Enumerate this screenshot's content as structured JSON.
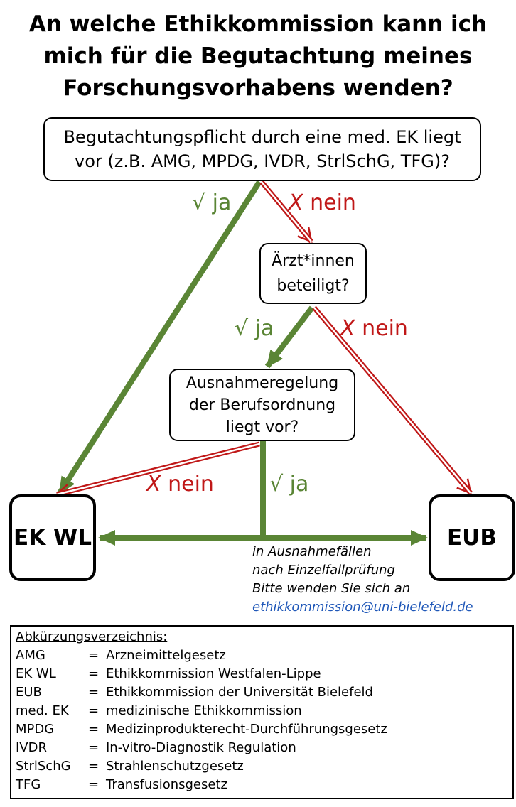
{
  "title": {
    "line1": "An welche Ethikkommission kann ich",
    "line2": "mich für die Begutachtung meines",
    "line3": "Forschungsvorhabens wenden?"
  },
  "flow": {
    "q1": {
      "line1": "Begutachtungspflicht durch eine med. EK liegt",
      "line2": "vor (z.B. AMG, MPDG, IVDR, StrlSchG, TFG)?"
    },
    "q2": {
      "line1": "Ärzt*innen",
      "line2": "beteiligt?"
    },
    "q3": {
      "line1": "Ausnahmeregelung",
      "line2": "der Berufsordnung",
      "line3": "liegt vor?"
    },
    "end_left": "EK WL",
    "end_right": "EUB",
    "yes_mark": "√",
    "yes_word": "ja",
    "no_mark": "X",
    "no_word": "nein"
  },
  "note": {
    "line1": "in Ausnahmefällen",
    "line2": "nach Einzelfallprüfung",
    "line3": "Bitte wenden Sie sich an",
    "email": "ethikkommission@uni-bielefeld.de"
  },
  "legend": {
    "heading": "Abkürzungsverzeichnis:",
    "items": [
      {
        "abbr": "AMG",
        "eq": "=",
        "def": "Arzneimittelgesetz"
      },
      {
        "abbr": "EK WL",
        "eq": "=",
        "def": "Ethikkommission Westfalen-Lippe"
      },
      {
        "abbr": "EUB",
        "eq": "=",
        "def": "Ethikkommission der Universität Bielefeld"
      },
      {
        "abbr": "med. EK",
        "eq": "=",
        "def": "medizinische Ethikkommission"
      },
      {
        "abbr": "MPDG",
        "eq": "=",
        "def": "Medizinprodukterecht-Durchführungsgesetz"
      },
      {
        "abbr": "IVDR",
        "eq": "=",
        "def": "In-vitro-Diagnostik Regulation"
      },
      {
        "abbr": "StrlSchG",
        "eq": "=",
        "def": "Strahlenschutzgesetz"
      },
      {
        "abbr": "TFG",
        "eq": "=",
        "def": "Transfusionsgesetz"
      }
    ]
  },
  "colors": {
    "yes": "#5a8535",
    "no": "#c01818",
    "link": "#1f57b8"
  }
}
